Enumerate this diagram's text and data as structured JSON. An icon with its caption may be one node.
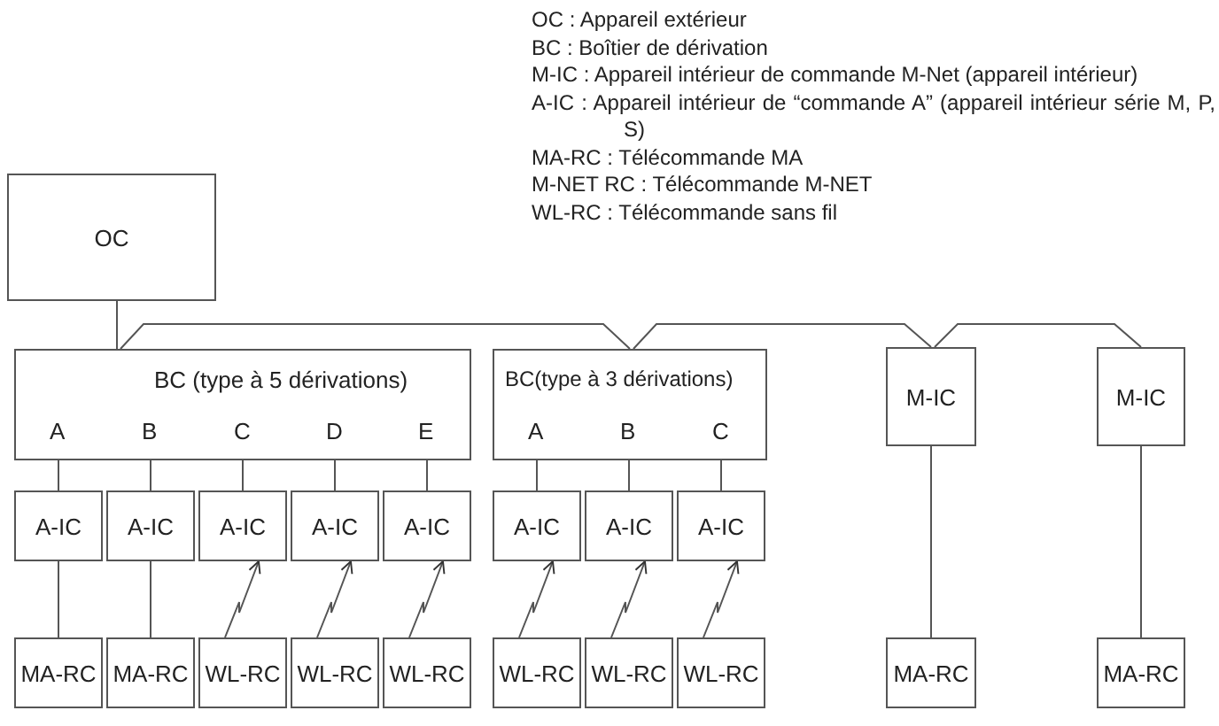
{
  "diagram": {
    "nodes": [
      {
        "text": [
          "OC"
        ]
      },
      {
        "text": [
          "BC (type à 5 dérivations)",
          "A",
          "B",
          "C",
          "D",
          "E"
        ]
      },
      {
        "text": [
          "BC(type à 3 dérivations)",
          "A",
          "B",
          "C"
        ]
      },
      {
        "text": [
          "M-IC"
        ]
      },
      {
        "text": [
          "M-IC"
        ]
      },
      {
        "text": [
          "A-IC"
        ]
      },
      {
        "text": [
          "A-IC"
        ]
      },
      {
        "text": [
          "A-IC"
        ]
      },
      {
        "text": [
          "A-IC"
        ]
      },
      {
        "text": [
          "A-IC"
        ]
      },
      {
        "text": [
          "A-IC"
        ]
      },
      {
        "text": [
          "A-IC"
        ]
      },
      {
        "text": [
          "A-IC"
        ]
      },
      {
        "text": [
          "MA-RC"
        ]
      },
      {
        "text": [
          "MA-RC"
        ]
      },
      {
        "text": [
          "WL-RC"
        ]
      },
      {
        "text": [
          "WL-RC"
        ]
      },
      {
        "text": [
          "WL-RC"
        ]
      },
      {
        "text": [
          "WL-RC"
        ]
      },
      {
        "text": [
          "WL-RC"
        ]
      },
      {
        "text": [
          "WL-RC"
        ]
      },
      {
        "text": [
          "MA-RC"
        ]
      },
      {
        "text": [
          "MA-RC"
        ]
      }
    ],
    "edges": [
      {
        "from": 0,
        "to": 1,
        "arrow": "none"
      },
      {
        "from": 1,
        "to": 2,
        "arrow": "none"
      },
      {
        "from": 2,
        "to": 3,
        "arrow": "none"
      },
      {
        "from": 3,
        "to": 4,
        "arrow": "none"
      },
      {
        "from": 1,
        "to": 5,
        "arrow": "none"
      },
      {
        "from": 1,
        "to": 6,
        "arrow": "none"
      },
      {
        "from": 1,
        "to": 7,
        "arrow": "none"
      },
      {
        "from": 1,
        "to": 8,
        "arrow": "none"
      },
      {
        "from": 1,
        "to": 9,
        "arrow": "none"
      },
      {
        "from": 2,
        "to": 10,
        "arrow": "none"
      },
      {
        "from": 2,
        "to": 11,
        "arrow": "none"
      },
      {
        "from": 2,
        "to": 12,
        "arrow": "none"
      },
      {
        "from": 5,
        "to": 13,
        "arrow": "none"
      },
      {
        "from": 6,
        "to": 14,
        "arrow": "none"
      },
      {
        "from": 15,
        "to": 7,
        "arrow": "to"
      },
      {
        "from": 16,
        "to": 8,
        "arrow": "to"
      },
      {
        "from": 17,
        "to": 9,
        "arrow": "to"
      },
      {
        "from": 18,
        "to": 10,
        "arrow": "to"
      },
      {
        "from": 19,
        "to": 11,
        "arrow": "to"
      },
      {
        "from": 20,
        "to": 12,
        "arrow": "to"
      },
      {
        "from": 3,
        "to": 21,
        "arrow": "none"
      },
      {
        "from": 4,
        "to": 22,
        "arrow": "none"
      }
    ],
    "labels": [
      "OC : Appareil extérieur",
      "BC : Boîtier de dérivation",
      "M-IC : Appareil intérieur de commande M-Net (appareil intérieur)",
      "A-IC : Appareil intérieur de “commande A” (appareil intérieur série M, P, S)",
      "MA-RC : Télécommande MA",
      "M-NET RC : Télécommande M-NET",
      "WL-RC : Télécommande sans fil"
    ]
  }
}
